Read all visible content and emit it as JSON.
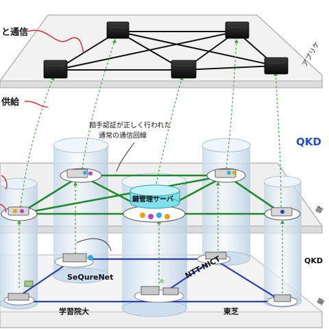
{
  "labels": {
    "top_left_fragment": "と通信",
    "mid_left_fragment": "供給",
    "right_app_layer": "アプリケ",
    "right_key_layer": "鍵",
    "right_qkd_link": "QKD",
    "right_qkd_layer": "量",
    "qkd_heading": "QKD",
    "auth_callout_line1": "相手認証が正しく行われた",
    "auth_callout_line2": "通常の通信回線",
    "key_server": "鍵管理サーバ",
    "node_sequrenet": "SeQureNet",
    "node_nict": "NTT-NICT",
    "node_gakushuin": "学習院大",
    "node_toshiba": "東芝"
  },
  "colors": {
    "green_link": "#1a8a2a",
    "blue_link": "#2b3fb8",
    "red_curve": "#e02020",
    "qkd_heading": "#1f4fd0",
    "plane_fill": "#f2f2f2",
    "cylinder": "#dbe9f4",
    "server": "#1a1a1a"
  }
}
